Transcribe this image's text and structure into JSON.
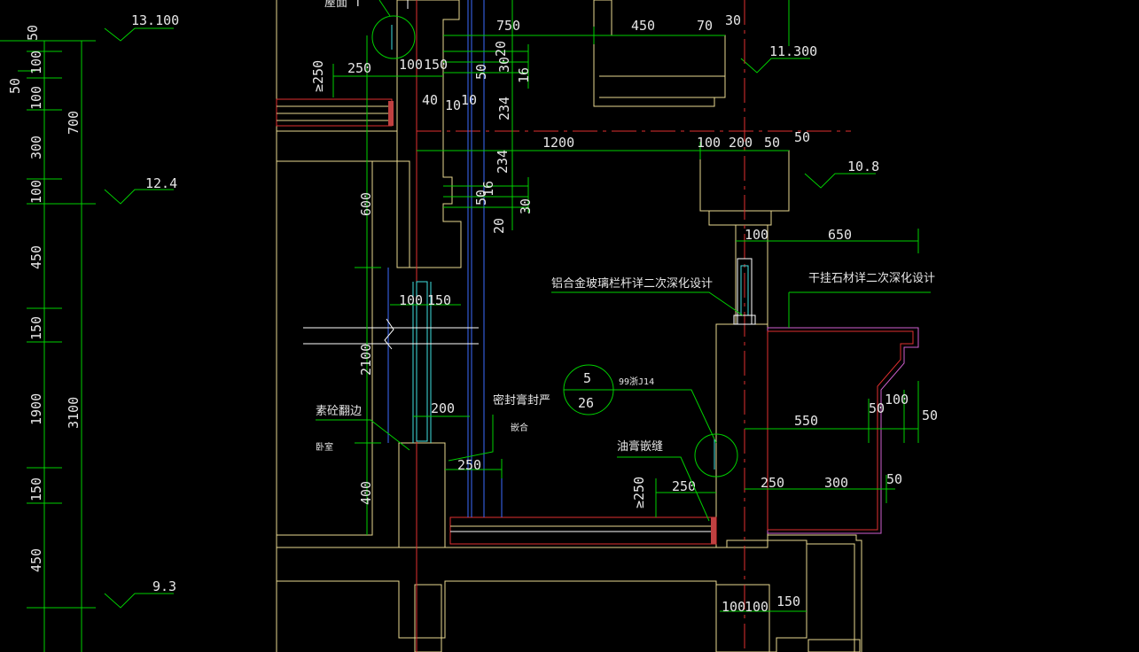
{
  "colors": {
    "background": "#000000",
    "dimension_line": "#00d000",
    "outline": "#e8d890",
    "axis": "#e03030",
    "glass": "#3c6cff",
    "text": "#e6e6e6"
  },
  "elevations": [
    "13.100",
    "11.300",
    "10.8",
    "12.4",
    "9.3"
  ],
  "left_chain": [
    "50",
    "100",
    "100",
    "300",
    "100",
    "450",
    "150",
    "1900",
    "150",
    "450"
  ],
  "left_chain_extra": "50",
  "left_totals": [
    "700",
    "3100"
  ],
  "top_dims": [
    "750",
    "450",
    "70",
    "30",
    "250",
    "100",
    "150",
    "20",
    "30",
    "16",
    "50",
    "40",
    "10",
    "10",
    "234"
  ],
  "mid_dims": [
    "1200",
    "100",
    "200",
    "50",
    "50",
    "234",
    "16",
    "50",
    "30",
    "20",
    "600",
    "≥250"
  ],
  "window_dims": [
    "100",
    "150",
    "2100",
    "200",
    "250",
    "400"
  ],
  "right_dims": [
    "100",
    "650",
    "550",
    "50",
    "100",
    "50",
    "250",
    "300",
    "50",
    "≥250",
    "250",
    "100",
    "100",
    "150"
  ],
  "notes": {
    "top_cut": "屋面 T",
    "railing": "铝合金玻璃栏杆详二次深化设计",
    "stone": "干挂石材详二次深化设计",
    "plain_concrete": "素砼翻边",
    "sealant": "密封膏封严",
    "sealant_sub": "嵌合",
    "room": "卧室",
    "oil_paste": "油膏嵌缝"
  },
  "detail_ref": {
    "number": "5",
    "sheet": "26",
    "atlas": "99浙J14"
  }
}
